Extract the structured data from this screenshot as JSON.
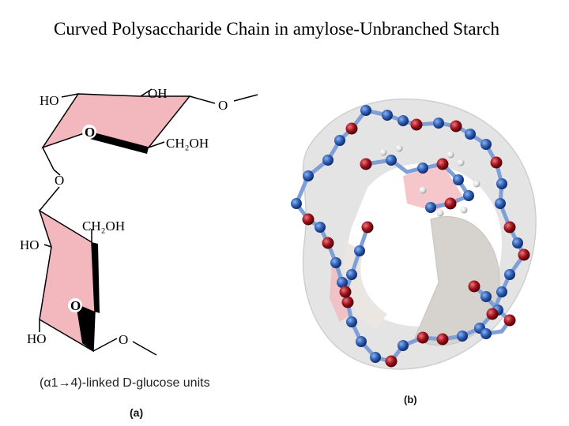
{
  "title": "Curved Polysaccharide Chain in amylose-Unbranched Starch",
  "panel_a": {
    "atoms": {
      "ho_top": "HO",
      "oh_top": "OH",
      "o_link_right": "O",
      "o_ring_top": "O",
      "ch2oh_top": "CH₂OH",
      "o_glycosidic": "O",
      "ch2oh_bottom": "CH₂OH",
      "ho_mid": "HO",
      "o_ring_bottom": "O",
      "ho_bottom": "HO",
      "o_link_bottom": "O"
    },
    "caption_alpha": "(α1→4)-linked",
    "caption_d": "D",
    "caption_rest": "-glucose units",
    "label": "(a)"
  },
  "panel_b": {
    "label": "(b)"
  },
  "colors": {
    "ring_fill": "#f3b8bd",
    "carbon_atom": "#2f5fb5",
    "oxygen_atom": "#a3121c",
    "hydrogen_atom": "#f0f0f0",
    "helix_ribbon": "#e4e4e4"
  }
}
